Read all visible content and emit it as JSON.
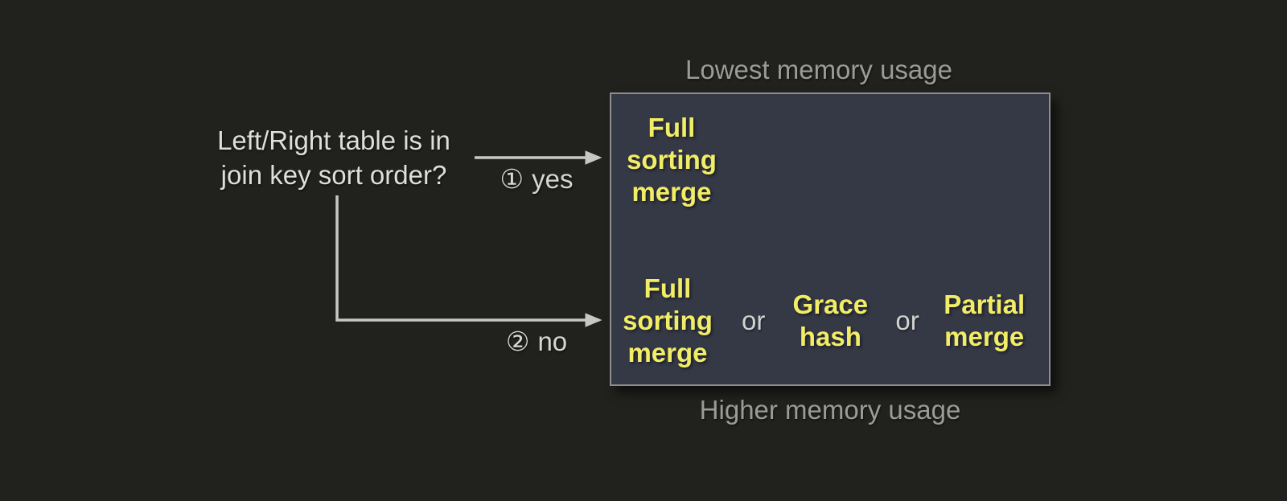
{
  "colors": {
    "background": "#21211d",
    "box_fill": "#353945",
    "box_border": "#8e8e8c",
    "option_yellow": "#f2ed66",
    "label_gray": "#9b9b97",
    "text_light": "#dededc",
    "arrow_gray": "#c7c7c5"
  },
  "question": {
    "lines": [
      "Left/Right table is in",
      "join key sort order?"
    ]
  },
  "branches": [
    {
      "number": "①",
      "label": "yes"
    },
    {
      "number": "②",
      "label": "no"
    }
  ],
  "memory_scale": {
    "top_label": "Lowest memory usage",
    "bottom_label": "Higher memory usage"
  },
  "box": {
    "sorted_option": {
      "lines": [
        "Full",
        "sorting",
        "merge"
      ]
    },
    "or_separator": "or",
    "unsorted_options": [
      {
        "lines": [
          "Full",
          "sorting",
          "merge"
        ]
      },
      {
        "lines": [
          "Grace",
          "hash"
        ]
      },
      {
        "lines": [
          "Partial",
          "merge"
        ]
      }
    ]
  }
}
